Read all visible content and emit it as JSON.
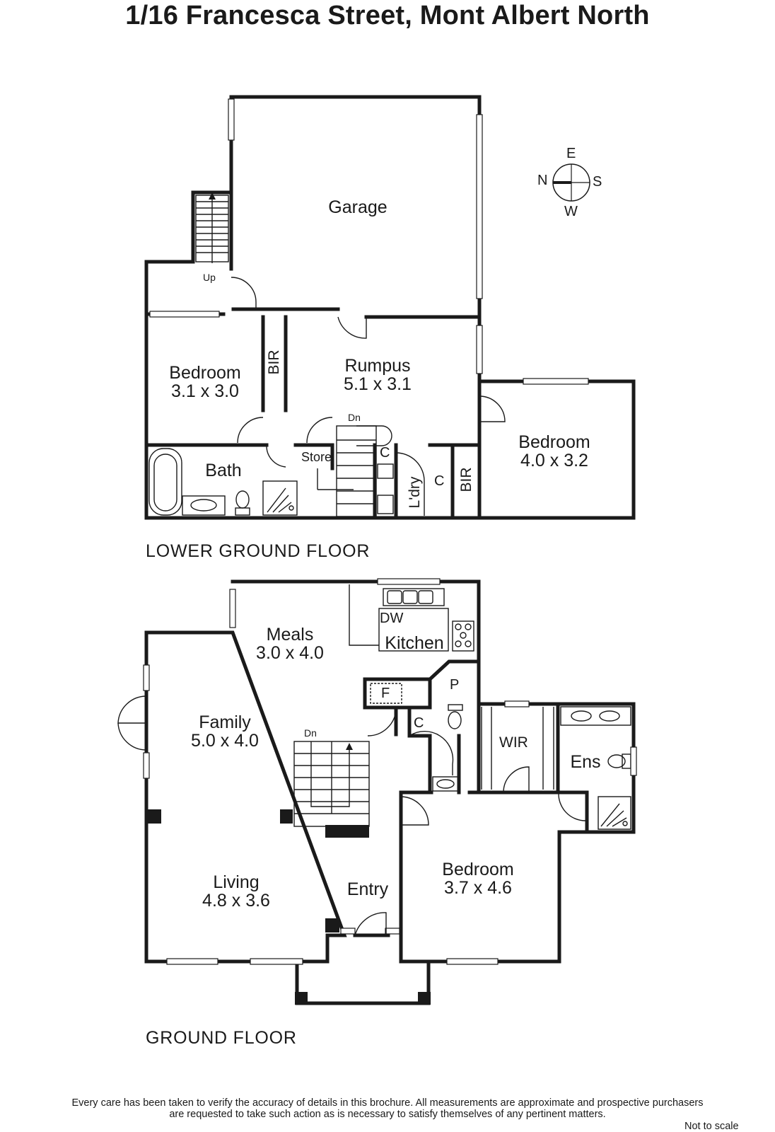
{
  "title": "1/16 Francesca Street, Mont Albert North",
  "compass": {
    "n": "N",
    "e": "E",
    "s": "S",
    "w": "W"
  },
  "lower_floor": {
    "label": "LOWER GROUND FLOOR",
    "rooms": {
      "garage": {
        "name": "Garage"
      },
      "bedroom_left": {
        "name": "Bedroom",
        "dim": "3.1 x 3.0"
      },
      "rumpus": {
        "name": "Rumpus",
        "dim": "5.1 x 3.1"
      },
      "bedroom_right": {
        "name": "Bedroom",
        "dim": "4.0 x 3.2"
      },
      "bath": {
        "name": "Bath"
      }
    },
    "small_labels": {
      "bir1": "BIR",
      "bir2": "BIR",
      "store": "Store",
      "c1": "C",
      "c2": "C",
      "laundry": "L'dry",
      "up": "Up",
      "dn": "Dn"
    }
  },
  "ground_floor": {
    "label": "GROUND FLOOR",
    "rooms": {
      "meals": {
        "name": "Meals",
        "dim": "3.0 x 4.0"
      },
      "kitchen": {
        "name": "Kitchen"
      },
      "family": {
        "name": "Family",
        "dim": "5.0 x 4.0"
      },
      "living": {
        "name": "Living",
        "dim": "4.8 x 3.6"
      },
      "entry": {
        "name": "Entry"
      },
      "bedroom": {
        "name": "Bedroom",
        "dim": "3.7 x 4.6"
      },
      "wir": {
        "name": "WIR"
      },
      "ens": {
        "name": "Ens"
      }
    },
    "small_labels": {
      "dw": "DW",
      "p": "P",
      "f": "F",
      "c": "C",
      "dn": "Dn"
    }
  },
  "disclaimer": {
    "line1": "Every care has been taken to verify the accuracy of details in this brochure.  All measurements are approximate and prospective purchasers",
    "line2": "are requested to take such action as is necessary to satisfy themselves of any pertinent matters."
  },
  "not_to_scale": "Not to scale"
}
